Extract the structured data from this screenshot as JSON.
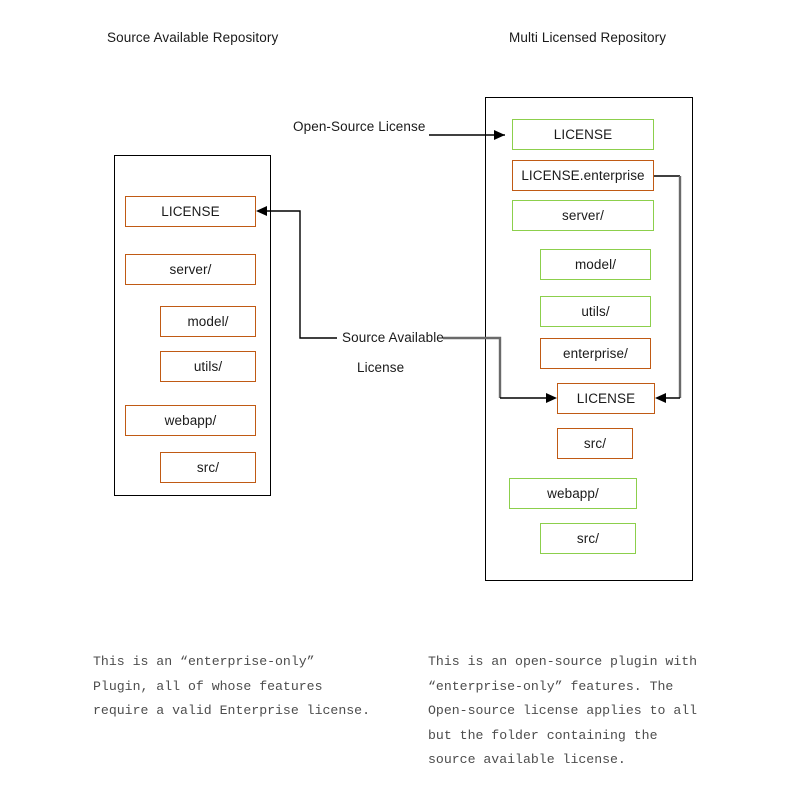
{
  "diagram": {
    "titles": {
      "left": "Source Available Repository",
      "right": "Multi Licensed Repository"
    },
    "colors": {
      "source_available": "#c05a14",
      "open_source": "#8ccf4c",
      "connector": "#000000",
      "connector_gray": "#6a6a6a",
      "container_border": "#000000",
      "text": "#1a1a1a",
      "caption_text": "#4d4d4d"
    },
    "left_repo": {
      "items": [
        {
          "label": "LICENSE",
          "license": "source-available",
          "indent": 0
        },
        {
          "label": "server/",
          "license": "source-available",
          "indent": 0
        },
        {
          "label": "model/",
          "license": "source-available",
          "indent": 1
        },
        {
          "label": "utils/",
          "license": "source-available",
          "indent": 1
        },
        {
          "label": "webapp/",
          "license": "source-available",
          "indent": 0
        },
        {
          "label": "src/",
          "license": "source-available",
          "indent": 1
        }
      ]
    },
    "right_repo": {
      "items": [
        {
          "label": "LICENSE",
          "license": "open-source",
          "indent": 0
        },
        {
          "label": "LICENSE.enterprise",
          "license": "source-available",
          "indent": 0
        },
        {
          "label": "server/",
          "license": "open-source",
          "indent": 0
        },
        {
          "label": "model/",
          "license": "open-source",
          "indent": 1
        },
        {
          "label": "utils/",
          "license": "open-source",
          "indent": 1
        },
        {
          "label": "enterprise/",
          "license": "source-available",
          "indent": 1
        },
        {
          "label": "LICENSE",
          "license": "source-available",
          "indent": 2
        },
        {
          "label": "src/",
          "license": "source-available",
          "indent": 2
        },
        {
          "label": "webapp/",
          "license": "open-source",
          "indent": 0
        },
        {
          "label": "src/",
          "license": "open-source",
          "indent": 1
        }
      ]
    },
    "connector_labels": {
      "open_source_license": "Open-Source License",
      "source_available_license_line1": "Source Available",
      "source_available_license_line2": "License"
    },
    "captions": {
      "left": "This is an “enterprise-only”\nPlugin, all of whose features\nrequire a valid Enterprise license.",
      "right": "This is an open-source plugin with\n“enterprise-only” features. The\nOpen-source license applies to all\nbut the folder containing the\nsource available license."
    }
  }
}
